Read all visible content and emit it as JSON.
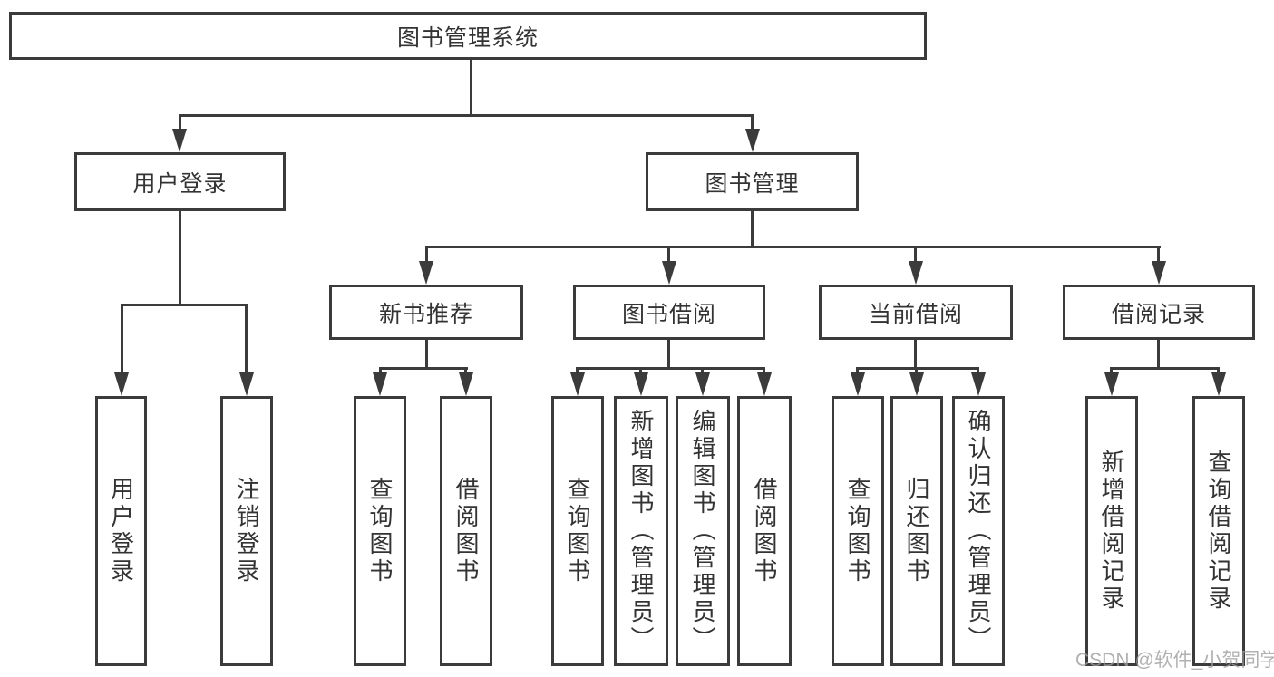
{
  "diagram": {
    "root": {
      "label": "图书管理系统"
    },
    "branches": [
      {
        "label": "用户登录",
        "children": [
          {
            "label": "用户登录"
          },
          {
            "label": "注销登录"
          }
        ]
      },
      {
        "label": "图书管理",
        "children": [
          {
            "label": "新书推荐",
            "children": [
              {
                "label": "查询图书"
              },
              {
                "label": "借阅图书"
              }
            ]
          },
          {
            "label": "图书借阅",
            "children": [
              {
                "label": "查询图书"
              },
              {
                "label": "新增图书（管理员）"
              },
              {
                "label": "编辑图书（管理员）"
              },
              {
                "label": "借阅图书"
              }
            ]
          },
          {
            "label": "当前借阅",
            "children": [
              {
                "label": "查询图书"
              },
              {
                "label": "归还图书"
              },
              {
                "label": "确认归还（管理员）"
              }
            ]
          },
          {
            "label": "借阅记录",
            "children": [
              {
                "label": "新增借阅记录"
              },
              {
                "label": "查询借阅记录"
              }
            ]
          }
        ]
      }
    ]
  },
  "watermark": "CSDN @软件_小贺同学",
  "colors": {
    "line": "#3b3b3b",
    "text": "#333333",
    "background": "#ffffff",
    "watermark": "#9e9e9e"
  }
}
